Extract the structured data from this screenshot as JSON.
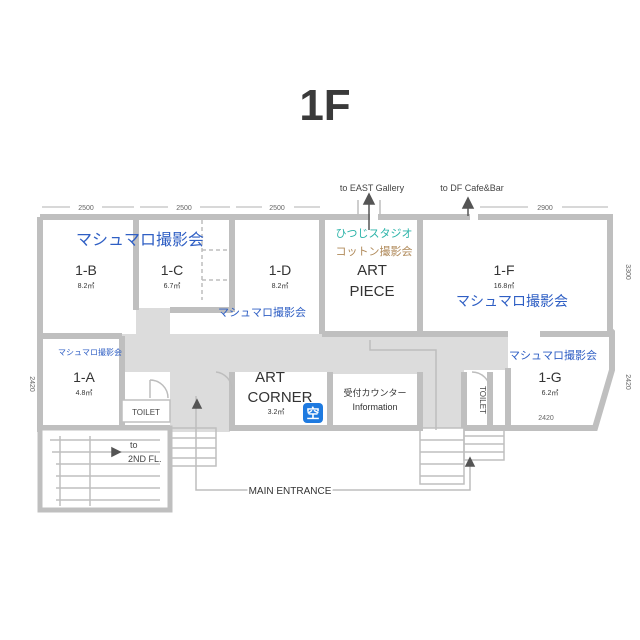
{
  "floor_title": "1F",
  "directions": {
    "east_gallery": "to EAST Gallery",
    "df_cafe": "to DF Cafe&Bar",
    "second_floor_line1": "to",
    "second_floor_line2": "2ND FL.",
    "main_entrance": "MAIN ENTRANCE"
  },
  "dimensions": {
    "d1": "2500",
    "d2": "2500",
    "d3": "2500",
    "d4": "2900",
    "right_side": "3300",
    "left_side": "2420",
    "right_lower_side": "2420",
    "g_bottom": "2420"
  },
  "rooms": {
    "b": {
      "name": "1-B",
      "area": "8.2㎡"
    },
    "c": {
      "name": "1-C",
      "area": "6.7㎡"
    },
    "d": {
      "name": "1-D",
      "area": "8.2㎡"
    },
    "f": {
      "name": "1-F",
      "area": "16.8㎡"
    },
    "a": {
      "name": "1-A",
      "area": "4.8㎡"
    },
    "g": {
      "name": "1-G",
      "area": "6.2㎡"
    }
  },
  "art_piece": {
    "line1": "ART",
    "line2": "PIECE"
  },
  "art_corner": {
    "line1": "ART",
    "line2": "CORNER",
    "area": "3.2㎡"
  },
  "reception": {
    "line1": "受付カウンター",
    "line2": "Information"
  },
  "toilet_left": "TOILET",
  "toilet_right": "TOILET",
  "overlays": {
    "b_label": "マシュマロ撮影会",
    "d_label": "マシュマロ撮影会",
    "f_label": "マシュマロ撮影会",
    "a_label": "マシュマロ撮影会",
    "g_label": "マシュマロ撮影会",
    "piece_line1": "ひつじスタジオ",
    "piece_line2": "コットン撮影会",
    "vacant_badge": "空"
  },
  "colors": {
    "wall": "#bfbfbf",
    "corridor": "#dcdcdc",
    "text": "#333333",
    "overlay_blue": "#2f5fc4",
    "overlay_teal": "#2bb3a8",
    "overlay_brown": "#b08a5a",
    "badge_blue": "#1e7ae0"
  }
}
